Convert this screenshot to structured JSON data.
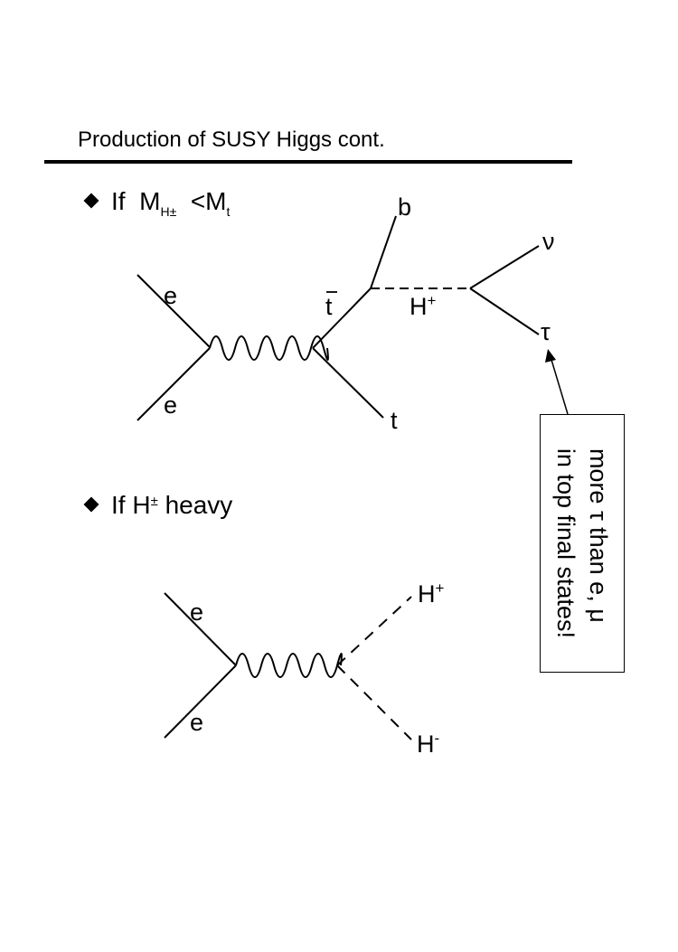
{
  "page": {
    "title": "Production of SUSY Higgs cont."
  },
  "bullet1": {
    "prefix": "If",
    "mass_symbol": "M",
    "higgs_subscript": "H±",
    "relation": "<",
    "top_mass_symbol": "M",
    "top_subscript": "t"
  },
  "bullet2": {
    "prefix": "If H",
    "sup": "±",
    "suffix": "heavy"
  },
  "diagram1": {
    "electron_in_top": "e",
    "electron_in_bottom": "e",
    "antitop": "t",
    "top": "t",
    "bottom_quark": "b",
    "higgs_base": "H",
    "higgs_sup": "+",
    "neutrino": "ν",
    "tau": "τ"
  },
  "diagram2": {
    "electron_in_top": "e",
    "electron_in_bottom": "e",
    "higgs_plus_base": "H",
    "higgs_plus_sup": "+",
    "higgs_minus_base": "H",
    "higgs_minus_sup": "-"
  },
  "note": {
    "line1": "more τ than e, μ",
    "line2": "in top final states!"
  }
}
